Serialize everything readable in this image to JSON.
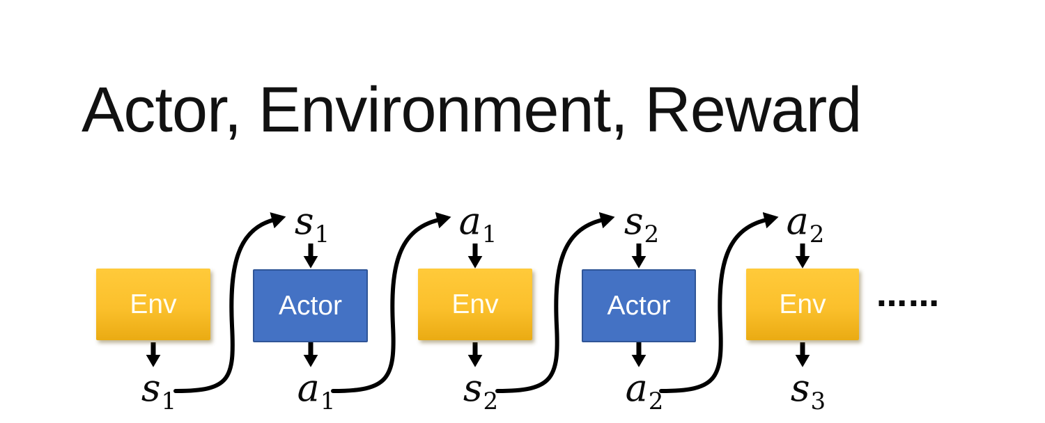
{
  "title": "Actor, Environment, Reward",
  "colors": {
    "env_top": "#FFCA3A",
    "env_bottom": "#EAAB13",
    "actor_fill": "#4472C4",
    "actor_border": "#2F5597",
    "arrow": "#000000"
  },
  "diagram": {
    "boxes": [
      {
        "label": "Env",
        "type": "env"
      },
      {
        "label": "Actor",
        "type": "actor"
      },
      {
        "label": "Env",
        "type": "env"
      },
      {
        "label": "Actor",
        "type": "actor"
      },
      {
        "label": "Env",
        "type": "env"
      }
    ],
    "top_labels": [
      {
        "base": "s",
        "sub": "1"
      },
      {
        "base": "a",
        "sub": "1"
      },
      {
        "base": "s",
        "sub": "2"
      },
      {
        "base": "a",
        "sub": "2"
      }
    ],
    "bottom_labels": [
      {
        "base": "s",
        "sub": "1"
      },
      {
        "base": "a",
        "sub": "1"
      },
      {
        "base": "s",
        "sub": "2"
      },
      {
        "base": "a",
        "sub": "2"
      },
      {
        "base": "s",
        "sub": "3"
      }
    ],
    "ellipsis": "……"
  }
}
